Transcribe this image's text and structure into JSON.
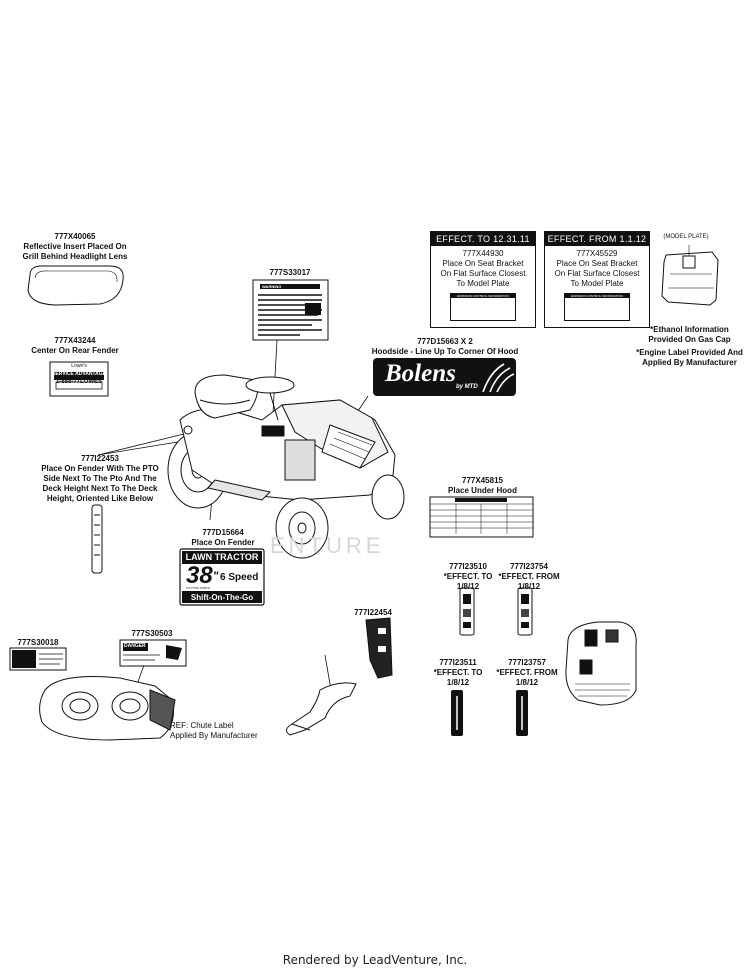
{
  "labels": {
    "p40065": [
      "777X40065",
      "Reflective Insert Placed On",
      "Grill Behind Headlight Lens"
    ],
    "p33017": [
      "777S33017"
    ],
    "p43244": [
      "777X43244",
      "Center On Rear Fender"
    ],
    "p15663": [
      "777D15663 X 2",
      "Hoodside - Line Up To Corner Of Hood"
    ],
    "p22453": [
      "777I22453",
      "Place On Fender With The PTO",
      "Side Next To The Pto And The",
      "Deck Height Next To The Deck",
      "Height, Oriented Like Below"
    ],
    "p45815": [
      "777X45815",
      "Place Under Hood"
    ],
    "p15664": [
      "777D15664",
      "Place On Fender"
    ],
    "p23510": [
      "777I23510",
      "*EFFECT. TO",
      "1/8/12"
    ],
    "p23754": [
      "777I23754",
      "*EFFECT. FROM",
      "1/8/12"
    ],
    "p22454": [
      "777I22454"
    ],
    "p30018": [
      "777S30018"
    ],
    "p30503": [
      "777S30503"
    ],
    "p23511": [
      "777I23511",
      "*EFFECT. TO",
      "1/8/12"
    ],
    "p23757": [
      "777I23757",
      "*EFFECT. FROM",
      "1/8/12"
    ],
    "chute": [
      "REF: Chute Label",
      "Applied By Manufacturer"
    ]
  },
  "effect_boxes": {
    "left": {
      "header": "EFFECT. TO 12.31.11",
      "lines": [
        "777X44930",
        "Place On Seat Bracket",
        "On Flat Surface Closest",
        "To Model Plate"
      ],
      "mini_title": "EMISSION CONTROL INFORMATION"
    },
    "right": {
      "header": "EFFECT. FROM 1.1.12",
      "lines": [
        "777X45529",
        "Place On Seat Bracket",
        "On Flat Surface Closest",
        "To Model Plate"
      ],
      "mini_title": "EMISSION CONTROL INFORMATION"
    }
  },
  "model_plate": "(MODEL PLATE)",
  "notes": [
    "*Ethanol Information",
    "Provided On Gas Cap",
    "*Engine Label Provided And",
    "Applied By Manufacturer"
  ],
  "decals": {
    "lowes": [
      "Lowe's",
      "SERVICE ADVANTAGE",
      "1-888-77LOWES"
    ],
    "bolens": {
      "brand": "Bolens",
      "sub": "by MTD"
    },
    "lawn_tractor": {
      "title": "LAWN TRACTOR",
      "size": "38",
      "unit": "\"",
      "cutting": "CUTTING WIDTH",
      "speed": "6 Speed",
      "footer": "Shift-On-The-Go"
    },
    "warning": "WARNING",
    "danger": "DANGER"
  },
  "watermark": "ENTURE",
  "footer": "Rendered by LeadVenture, Inc."
}
